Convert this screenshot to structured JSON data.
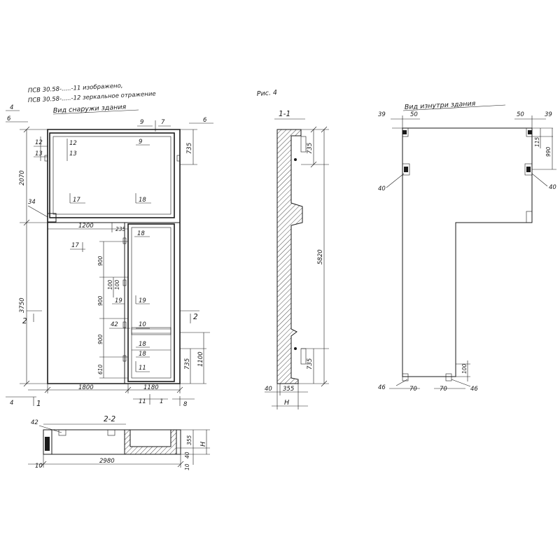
{
  "notes": {
    "line1": "ПСВ 30.58-.....-11 изображено,",
    "line2": "ПСВ 30.58-.....-12 зеркальное отражение",
    "outside_view": "Вид снаружи здания",
    "inside_view": "Вид изнутри здания",
    "figure": "Рис. 4"
  },
  "sections": {
    "s11": "1-1",
    "s22": "2-2",
    "s1_left": "1",
    "s1_right": "1",
    "s2_left": "2",
    "s2_right": "2"
  },
  "front_view": {
    "dims": {
      "left_top": "2070",
      "left_bottom": "3750",
      "top_6_left": "6",
      "top_4_left": "4",
      "top_6_right": "6",
      "right_735_top": "735",
      "right_735_bottom": "735",
      "right_1100": "1100",
      "bottom_1800": "1800",
      "bottom_1180": "1180",
      "bottom_4": "4",
      "bottom_8": "8",
      "bottom_11": "11",
      "bottom_1": "1",
      "mid_1200": "1200",
      "mid_235": "235",
      "v_900_a": "900",
      "v_900_b": "900",
      "v_900_c": "900",
      "v_610": "610",
      "v_100a": "100",
      "v_100b": "100"
    },
    "marks": {
      "m9a": "9",
      "m7": "7",
      "m9b": "9",
      "m12a": "12",
      "m13a": "13",
      "m12b": "12",
      "m13b": "13",
      "m17a": "17",
      "m18a": "18",
      "m34": "34",
      "m18b": "18",
      "m17b": "17",
      "m19a": "19",
      "m19b": "19",
      "m42": "42",
      "m10": "10",
      "m18c": "18",
      "m18d": "18",
      "m11": "11"
    }
  },
  "section_1_1": {
    "dims": {
      "h_735_top": "735",
      "h_5820": "5820",
      "h_735_bottom": "735",
      "b_40": "40",
      "b_355": "355",
      "b_H": "H"
    }
  },
  "section_2_2": {
    "dims": {
      "m42": "42",
      "w_2980": "2980",
      "l_10": "10",
      "r_355": "355",
      "r_40": "40",
      "r_10": "10",
      "r_H": "H"
    }
  },
  "back_view": {
    "dims": {
      "tl_39": "39",
      "tl_50": "50",
      "tr_50": "50",
      "tr_39": "39",
      "r_115": "115",
      "r_990": "990",
      "l_40": "40",
      "r_40": "40",
      "b_46_left": "46",
      "b_70_left": "70",
      "b_70_right": "70",
      "b_46_right": "46",
      "b_100": "100"
    }
  }
}
